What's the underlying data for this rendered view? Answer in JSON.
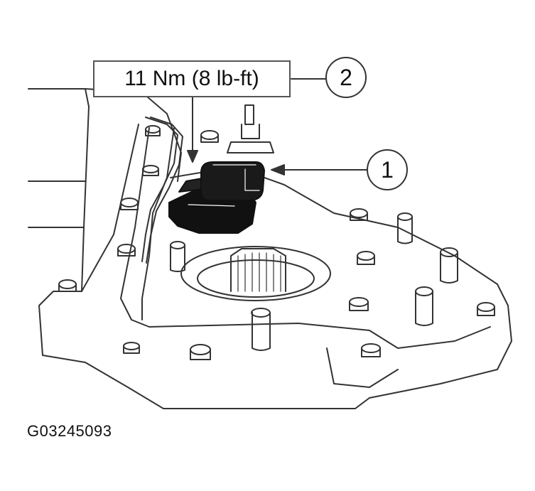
{
  "torque_label": "11 Nm (8 lb-ft)",
  "callouts": [
    "1",
    "2"
  ],
  "figure_id": "G03245093",
  "colors": {
    "line": "#333333",
    "fill": "#ffffff",
    "sensor": "#111111"
  }
}
